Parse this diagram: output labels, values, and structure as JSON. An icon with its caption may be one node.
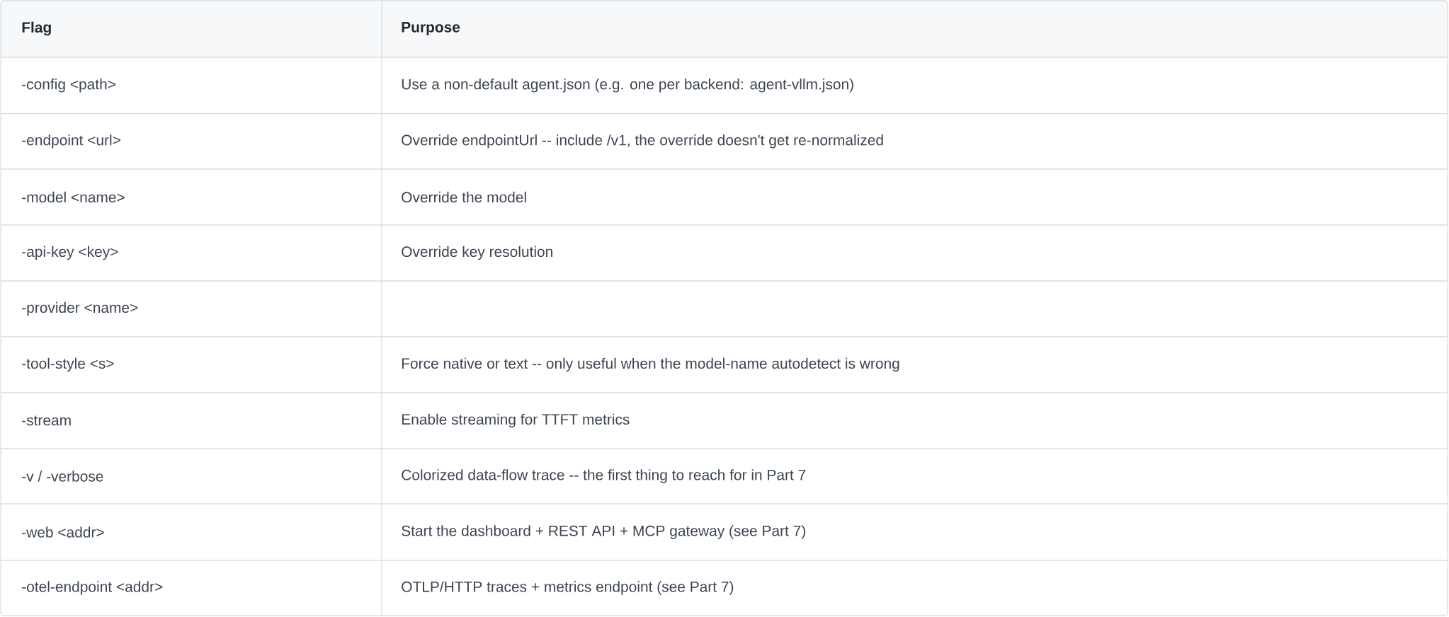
{
  "diagram": {
    "labels": [
      "Flag",
      "Purpose",
      "-config <path>",
      "Use a non-default agent.json (e.g. one per backend: agent-vllm.json)",
      "-endpoint <url>",
      "Override endpointUrl -- include /v1, the override doesn't get re-normalized",
      "-model <name>",
      "Override the model",
      "-api-key <key>",
      "Override key resolution",
      "-provider <name>",
      "-tool-style <s>",
      "Force native or text -- only useful when the model-name autodetect is wrong",
      "-stream",
      "Enable streaming for TTFT metrics",
      "-v / -verbose",
      "Colorized data-flow trace -- the first thing to reach for in Part 7",
      "-web <addr>",
      "Start the dashboard + REST API + MCP gateway (see Part 7)",
      "-otel-endpoint <addr>",
      "OTLP/HTTP traces + metrics endpoint (see Part 7)"
    ]
  }
}
